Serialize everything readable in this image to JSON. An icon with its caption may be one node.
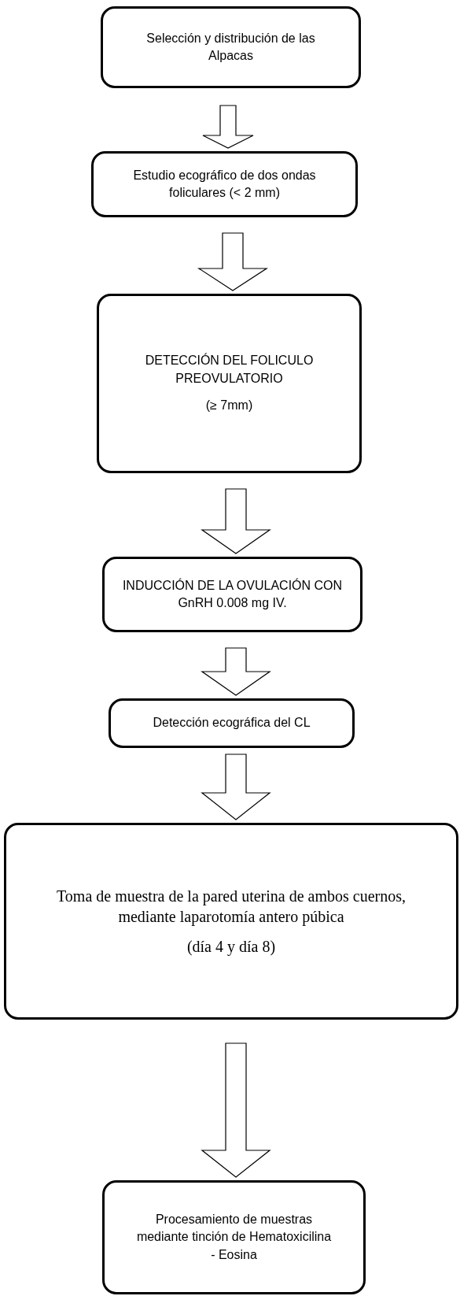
{
  "diagram": {
    "nodes": [
      {
        "text": [
          "Selección y distribución de las Alpacas"
        ]
      },
      {
        "text": [
          "Estudio ecográfico de dos ondas foliculares (< 2 mm)"
        ]
      },
      {
        "text": [
          "DETECCIÓN DEL FOLICULO PREOVULATORIO",
          "(≥ 7mm)"
        ]
      },
      {
        "text": [
          "INDUCCIÓN DE LA OVULACIÓN CON GnRH 0.008 mg IV."
        ]
      },
      {
        "text": [
          "Detección ecográfica del CL"
        ]
      },
      {
        "text": [
          "Toma de muestra de la pared uterina de ambos cuernos, mediante laparotomía antero púbica",
          "(día 4 y día 8)"
        ]
      },
      {
        "text": [
          "Procesamiento de muestras mediante tinción de Hematoxicilina  - Eosina"
        ]
      }
    ],
    "edges": [
      {
        "from": 0,
        "to": 1,
        "arrow": "to"
      },
      {
        "from": 1,
        "to": 2,
        "arrow": "to"
      },
      {
        "from": 2,
        "to": 3,
        "arrow": "to"
      },
      {
        "from": 3,
        "to": 4,
        "arrow": "to"
      },
      {
        "from": 4,
        "to": 5,
        "arrow": "to"
      },
      {
        "from": 5,
        "to": 6,
        "arrow": "to"
      }
    ]
  }
}
